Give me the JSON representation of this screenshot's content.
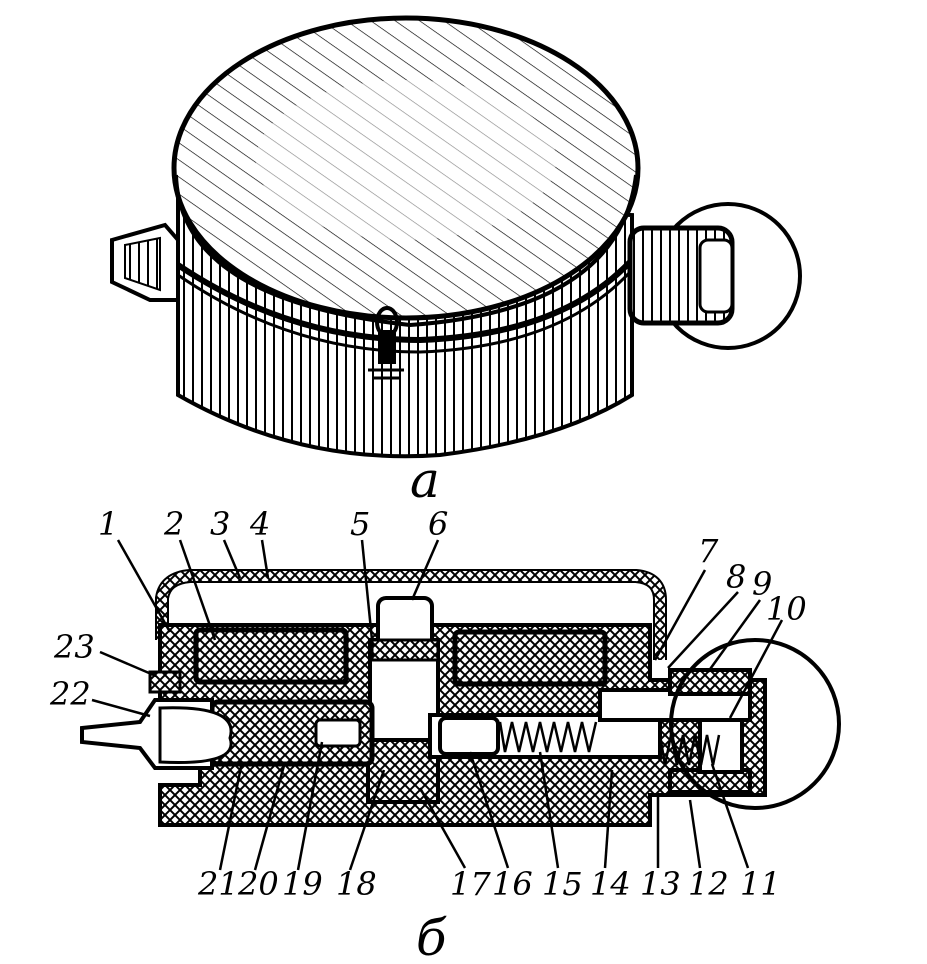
{
  "figure": {
    "caption_top": "a",
    "caption_bottom": "б",
    "part_numbers": [
      "1",
      "2",
      "3",
      "4",
      "5",
      "6",
      "7",
      "8",
      "9",
      "10",
      "11",
      "12",
      "13",
      "14",
      "15",
      "16",
      "17",
      "18",
      "19",
      "20",
      "21",
      "22",
      "23"
    ]
  },
  "colors": {
    "ink": "#000000",
    "paper": "#ffffff"
  }
}
